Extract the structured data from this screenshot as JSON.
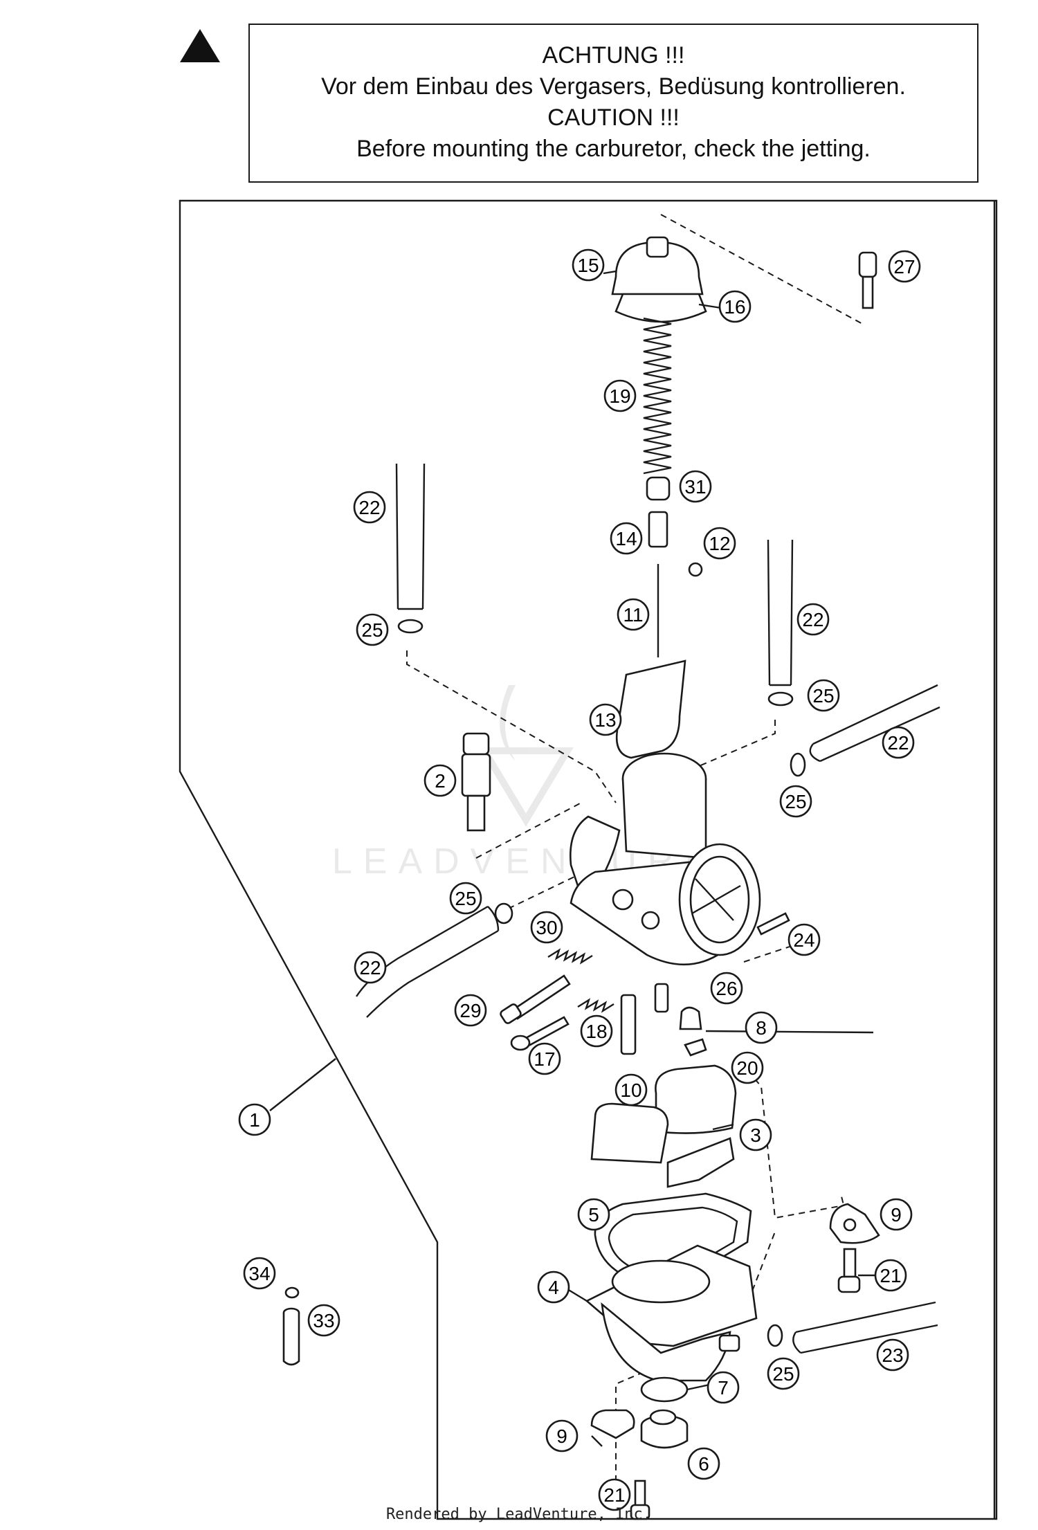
{
  "caution": {
    "line1": "ACHTUNG !!!",
    "line2": "Vor dem Einbau des Vergasers, Bedüsung kontrollieren.",
    "line3": "CAUTION !!!",
    "line4": "Before mounting the carburetor, check the jetting."
  },
  "footer": "Rendered by LeadVenture, Inc.",
  "watermark": "LEADVENTURE",
  "callouts": {
    "c1": "1",
    "c2": "2",
    "c3": "3",
    "c4": "4",
    "c5": "5",
    "c6": "6",
    "c7": "7",
    "c8": "8",
    "c9a": "9",
    "c9b": "9",
    "c10": "10",
    "c11": "11",
    "c12": "12",
    "c13": "13",
    "c14": "14",
    "c15": "15",
    "c16": "16",
    "c17": "17",
    "c18": "18",
    "c19": "19",
    "c20": "20",
    "c21a": "21",
    "c21b": "21",
    "c22a": "22",
    "c22b": "22",
    "c22c": "22",
    "c22d": "22",
    "c23": "23",
    "c24": "24",
    "c25a": "25",
    "c25b": "25",
    "c25c": "25",
    "c25d": "25",
    "c25e": "25",
    "c26": "26",
    "c27": "27",
    "c29": "29",
    "c30": "30",
    "c31": "31",
    "c33": "33",
    "c34": "34"
  }
}
